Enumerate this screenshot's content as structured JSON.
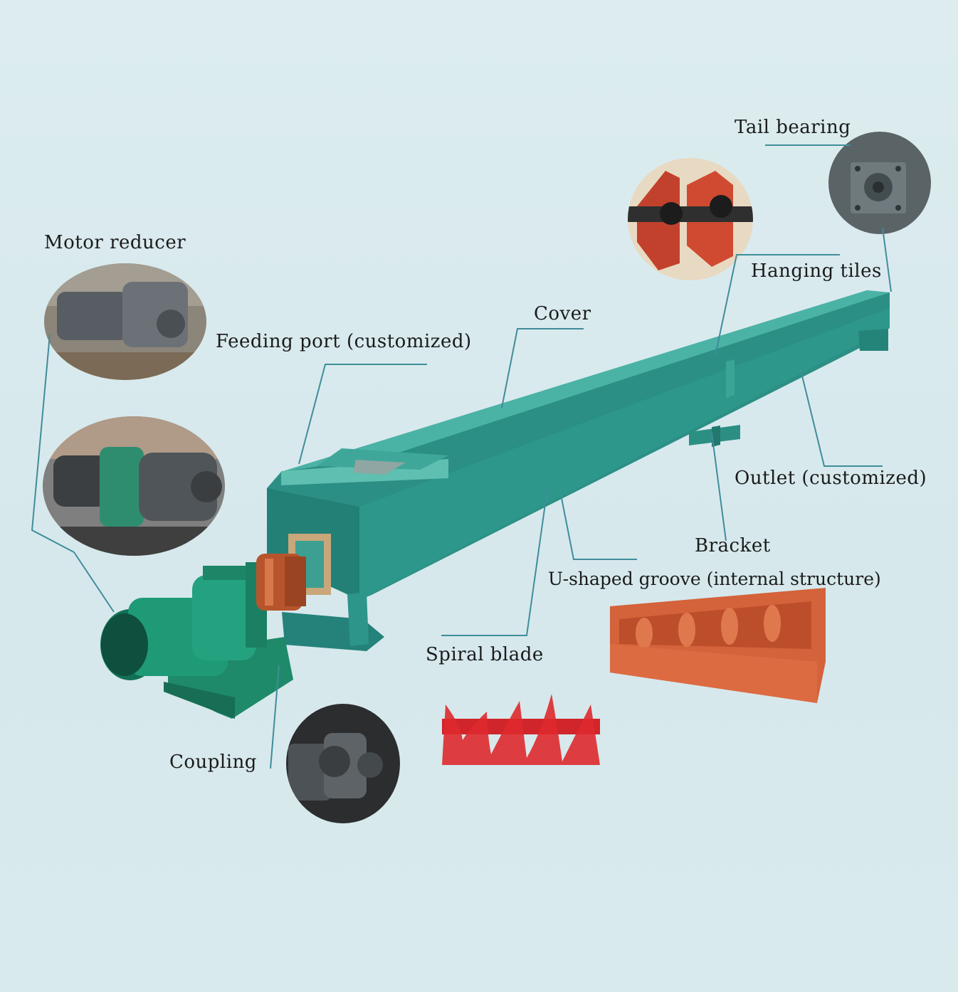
{
  "labels": {
    "tail_bearing": "Tail bearing",
    "motor_reducer": "Motor reducer",
    "hanging_tiles": "Hanging tiles",
    "cover": "Cover",
    "feeding_port": "Feeding port (customized)",
    "outlet": "Outlet (customized)",
    "bracket": "Bracket",
    "u_shaped_groove": "U-shaped groove (internal structure)",
    "spiral_blade": "Spiral blade",
    "coupling": "Coupling"
  },
  "colors": {
    "background": "#d9eaee",
    "trough_green": "#2f9a8e",
    "motor_green": "#1f8f6e",
    "coupling_red": "#b8542c",
    "blade_red": "#d8262a",
    "groove_orange": "#d4623a",
    "leader_line": "#3f8d9a"
  }
}
